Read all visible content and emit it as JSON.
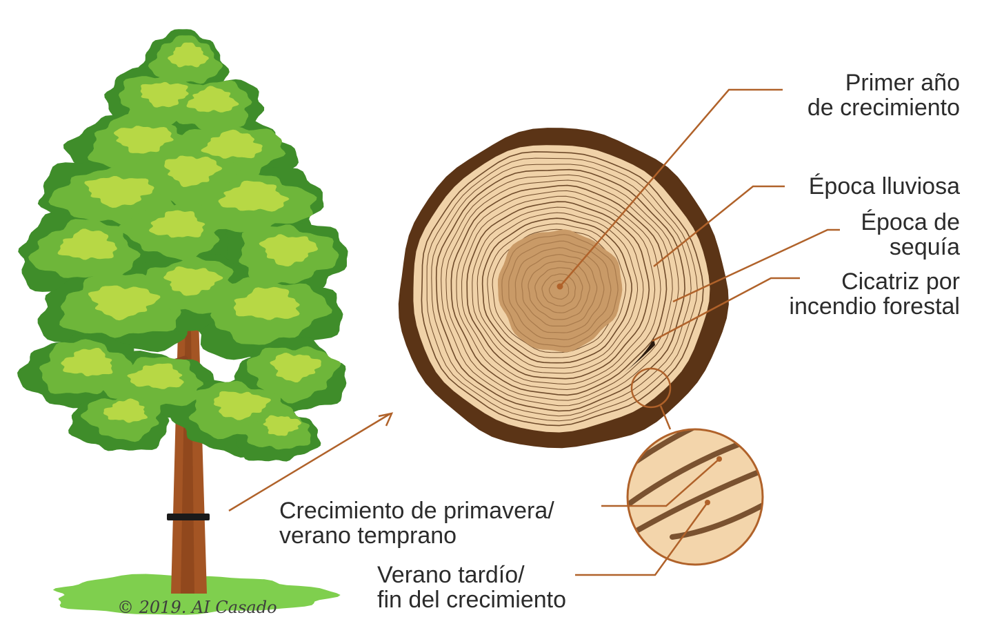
{
  "labels": {
    "first_year": [
      "Primer año",
      "de crecimiento"
    ],
    "rainy_season": [
      "Época lluviosa"
    ],
    "dry_season": [
      "Época de",
      "sequía"
    ],
    "fire_scar": [
      "Cicatriz por",
      "incendio forestal"
    ],
    "early_growth": [
      "Crecimiento de primavera/",
      "verano temprano"
    ],
    "late_growth": [
      "Verano tardío/",
      "fin del crecimiento"
    ]
  },
  "signature": "© 2019. AI Casado",
  "colors": {
    "bark": "#5b3416",
    "wood_light": "#f0d2a8",
    "heartwood": "#c99a67",
    "ring_line": "#6e4a2a",
    "leader": "#b0622a",
    "foliage_dark": "#3f8d2a",
    "foliage_mid": "#6eb63a",
    "foliage_light": "#b7d845",
    "trunk": "#a45524",
    "grass": "#7fcf4e",
    "text": "#2b2b2b"
  }
}
